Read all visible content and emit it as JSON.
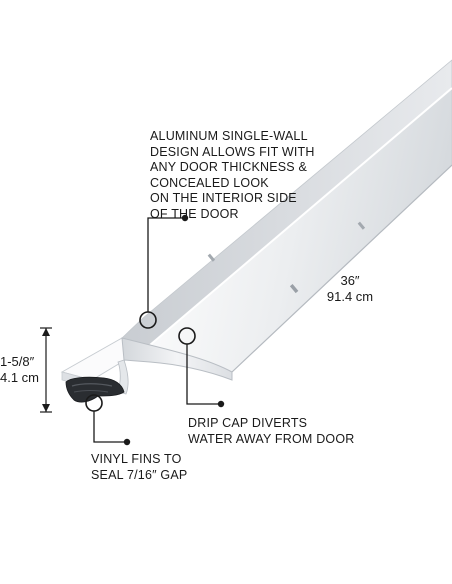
{
  "callouts": {
    "aluminum": {
      "lines": [
        "ALUMINUM SINGLE-WALL",
        "DESIGN ALLOWS FIT WITH",
        "ANY DOOR THICKNESS &",
        "CONCEALED LOOK",
        "ON THE INTERIOR SIDE",
        "OF THE DOOR"
      ]
    },
    "drip_cap": {
      "lines": [
        "DRIP CAP DIVERTS",
        "WATER AWAY FROM DOOR"
      ]
    },
    "vinyl_fins": {
      "lines": [
        "VINYL FINS TO",
        "SEAL 7/16″ GAP"
      ]
    }
  },
  "dimensions": {
    "length": {
      "imperial": "36″",
      "metric": "91.4 cm"
    },
    "height": {
      "imperial": "1-5/8″",
      "metric": "4.1 cm"
    }
  },
  "colors": {
    "text": "#1a1a1a",
    "aluminum_light": "#f4f5f6",
    "aluminum_mid": "#dfe2e5",
    "aluminum_shadow": "#b9bec4",
    "vinyl": "#2a2d31"
  }
}
